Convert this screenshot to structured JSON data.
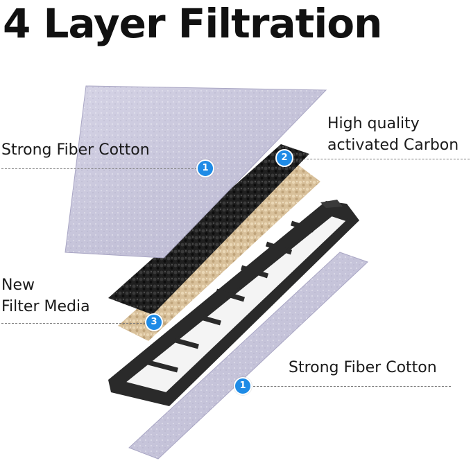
{
  "title": "4 Layer Filtration",
  "labels": {
    "top_cotton": "Strong Fiber Cotton",
    "carbon_line1": "High quality",
    "carbon_line2": "activated Carbon",
    "media_line1": "New",
    "media_line2": "Filter Media",
    "bottom_cotton": "Strong Fiber Cotton"
  },
  "badges": {
    "top_cotton": "1",
    "carbon": "2",
    "media": "3",
    "bottom_cotton": "1"
  },
  "colors": {
    "badge": "#1e8be6",
    "cotton": "#c8c6dc",
    "carbon": "#1c1c1c",
    "media": "#d9c3a0",
    "frame": "#2b2b2b"
  }
}
